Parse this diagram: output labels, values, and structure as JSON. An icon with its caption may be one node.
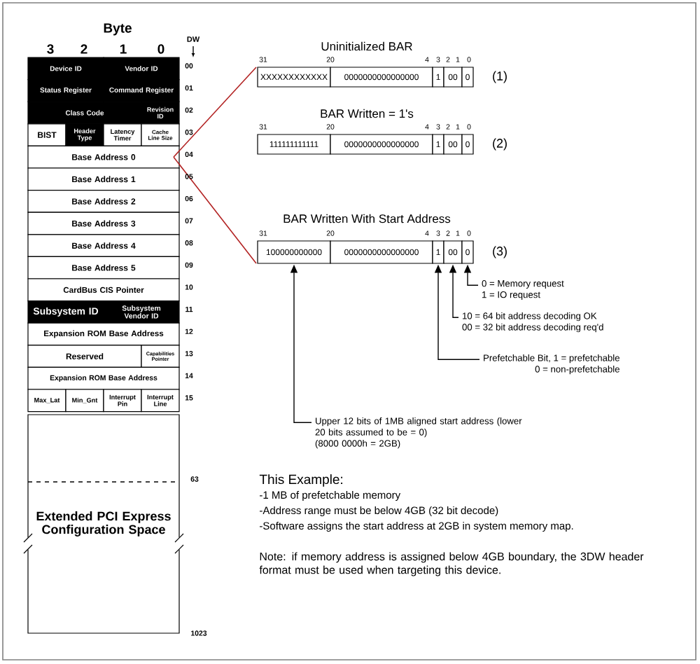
{
  "diagram": {
    "nodes": [
      {
        "text": [
          "Device ID"
        ]
      },
      {
        "text": [
          "Vendor ID"
        ]
      },
      {
        "text": [
          "Status Register"
        ]
      },
      {
        "text": [
          "Command Register"
        ]
      },
      {
        "text": [
          "Class Code"
        ]
      },
      {
        "text": [
          "Revision ID"
        ]
      },
      {
        "text": [
          "BIST"
        ]
      },
      {
        "text": [
          "Header Type"
        ]
      },
      {
        "text": [
          "Latency Timer"
        ]
      },
      {
        "text": [
          "Cache Line Size"
        ]
      },
      {
        "text": [
          "Base Address 0"
        ]
      },
      {
        "text": [
          "Base Address 1"
        ]
      },
      {
        "text": [
          "Base Address 2"
        ]
      },
      {
        "text": [
          "Base Address 3"
        ]
      },
      {
        "text": [
          "Base Address 4"
        ]
      },
      {
        "text": [
          "Base Address 5"
        ]
      },
      {
        "text": [
          "CardBus CIS Pointer"
        ]
      },
      {
        "text": [
          "Subsystem ID"
        ]
      },
      {
        "text": [
          "Subsystem Vendor ID"
        ]
      },
      {
        "text": [
          "Expansion ROM Base Address"
        ]
      },
      {
        "text": [
          "Reserved"
        ]
      },
      {
        "text": [
          "Capabilities Pointer"
        ]
      },
      {
        "text": [
          "Expansion ROM Base Address"
        ]
      },
      {
        "text": [
          "Max_Lat"
        ]
      },
      {
        "text": [
          "Min_Gnt"
        ]
      },
      {
        "text": [
          "Interrupt Pin"
        ]
      },
      {
        "text": [
          "Interrupt Line"
        ]
      },
      {
        "text": [
          "Extended PCI Express Configuration Space"
        ]
      },
      {
        "text": [
          "XXXXXXXXXXXX"
        ]
      },
      {
        "text": [
          "0000000000000000"
        ]
      },
      {
        "text": [
          "1"
        ]
      },
      {
        "text": [
          "00"
        ]
      },
      {
        "text": [
          "0"
        ]
      },
      {
        "text": [
          "111111111111"
        ]
      },
      {
        "text": [
          "0000000000000000"
        ]
      },
      {
        "text": [
          "1"
        ]
      },
      {
        "text": [
          "00"
        ]
      },
      {
        "text": [
          "0"
        ]
      },
      {
        "text": [
          "100000000000"
        ]
      },
      {
        "text": [
          "0000000000000000"
        ]
      },
      {
        "text": [
          "1"
        ]
      },
      {
        "text": [
          "00"
        ]
      },
      {
        "text": [
          "0"
        ]
      },
      {
        "text": [
          "0 = Memory request",
          "1 = IO request"
        ]
      },
      {
        "text": [
          "10 = 64 bit address decoding OK",
          "00 = 32 bit address decoding req'd"
        ]
      },
      {
        "text": [
          "Prefetchable Bit, 1 = prefetchable",
          "0 = non-prefetchable"
        ]
      },
      {
        "text": [
          "Upper 12 bits of 1MB aligned start address (lower 20 bits assumed to be = 0)",
          "(8000 0000h = 2GB)"
        ]
      }
    ],
    "edges": [
      {
        "from": 43,
        "to": 42,
        "arrow": "to"
      },
      {
        "from": 44,
        "to": 41,
        "arrow": "to"
      },
      {
        "from": 45,
        "to": 40,
        "arrow": "to"
      },
      {
        "from": 46,
        "to": 38,
        "arrow": "to"
      },
      {
        "from": 10,
        "to": 28,
        "arrow": "none",
        "color": "#b22222"
      },
      {
        "from": 10,
        "to": 38,
        "arrow": "none",
        "color": "#b22222"
      }
    ],
    "labels": [
      "Byte",
      "3",
      "2",
      "1",
      "0",
      "DW",
      "00",
      "01",
      "02",
      "03",
      "04",
      "05",
      "06",
      "07",
      "08",
      "09",
      "10",
      "11",
      "12",
      "13",
      "14",
      "15",
      "63",
      "1023",
      "Uninitialized BAR",
      "31",
      "20",
      "4",
      "3",
      "2",
      "1",
      "0",
      "(1)",
      "BAR Written = 1's",
      "31",
      "20",
      "4",
      "3",
      "2",
      "1",
      "0",
      "(2)",
      "BAR Written With Start Address",
      "31",
      "20",
      "4",
      "3",
      "2",
      "1",
      "0",
      "(3)",
      "This Example:",
      "-1 MB of prefetchable memory",
      "-Address range must be below 4GB (32 bit decode)",
      "-Software assigns the start address at 2GB in system memory map.",
      "Note: if memory address is assigned below 4GB boundary, the 3DW header format must be used when targeting this device."
    ]
  }
}
